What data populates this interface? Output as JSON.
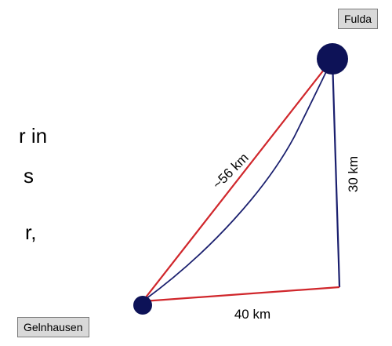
{
  "cities": {
    "fulda": "Fulda",
    "gelnhausen": "Gelnhausen"
  },
  "distances": {
    "direct": "~56 km",
    "vertical": "30 km",
    "horizontal": "40 km"
  },
  "text_fragments": {
    "line1": "r in",
    "line2": "s",
    "line3": "r,"
  },
  "colors": {
    "red_line": "#d0262b",
    "blue_line": "#1a1f6e",
    "node_fill": "#0d1257",
    "label_bg": "#d9d9d9"
  }
}
